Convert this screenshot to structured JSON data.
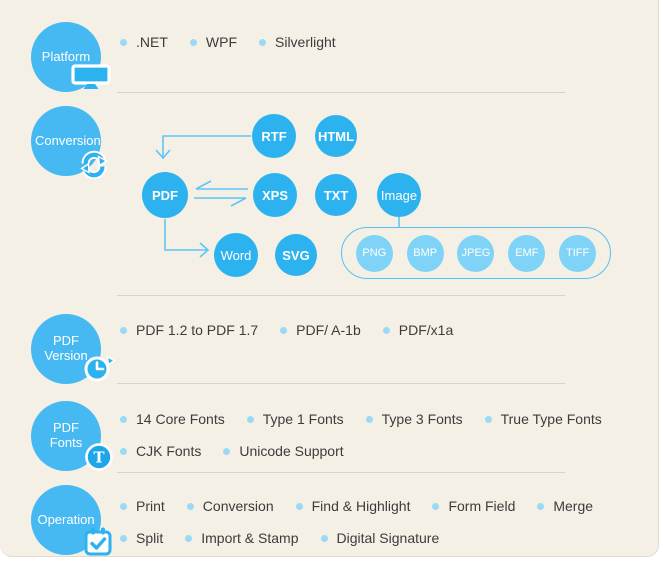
{
  "colors": {
    "panel_bg": "#f4f0e6",
    "section_circle": "#47b9f2",
    "node_blue": "#2cb2ef",
    "format_light_blue": "#7fd3f7",
    "bullet": "#9bd9f7",
    "divider": "#d9d3c7",
    "text": "#3c3c3c",
    "arrow": "#5ec6f5",
    "pill_border": "#55c2f3",
    "t_badge_blue": "#1da7ea"
  },
  "sections": [
    {
      "label": "Platform",
      "icon": "monitor-icon",
      "rows": [
        [
          ".NET",
          "WPF",
          "Silverlight"
        ]
      ]
    },
    {
      "label": "Conversion",
      "icon": "sync-icon",
      "rows": []
    },
    {
      "label": "PDF Version",
      "icon": "clock-icon",
      "rows": [
        [
          "PDF 1.2 to PDF 1.7",
          "PDF/ A-1b",
          "PDF/x1a"
        ]
      ]
    },
    {
      "label": "PDF Fonts",
      "icon": "letter-t-icon",
      "rows": [
        [
          "14 Core Fonts",
          "Type 1 Fonts",
          "Type 3 Fonts",
          "True Type Fonts"
        ],
        [
          "CJK Fonts",
          "Unicode Support"
        ]
      ]
    },
    {
      "label": "Operation",
      "icon": "calendar-check-icon",
      "rows": [
        [
          "Print",
          "Conversion",
          "Find & Highlight",
          "Form Field",
          "Merge"
        ],
        [
          "Split",
          "Import & Stamp",
          "Digital Signature"
        ]
      ]
    }
  ],
  "diagram": {
    "nodes": [
      {
        "id": "rtf",
        "label": "RTF"
      },
      {
        "id": "html",
        "label": "HTML"
      },
      {
        "id": "pdf",
        "label": "PDF"
      },
      {
        "id": "xps",
        "label": "XPS"
      },
      {
        "id": "txt",
        "label": "TXT"
      },
      {
        "id": "image",
        "label": "Image"
      },
      {
        "id": "word",
        "label": "Word"
      },
      {
        "id": "svg",
        "label": "SVG"
      }
    ],
    "image_formats": [
      "PNG",
      "BMP",
      "JPEG",
      "EMF",
      "TIFF"
    ],
    "arrows": [
      "RTF to PDF",
      "PDF to XPS both directions",
      "PDF to Word",
      "Image to formats group"
    ]
  }
}
